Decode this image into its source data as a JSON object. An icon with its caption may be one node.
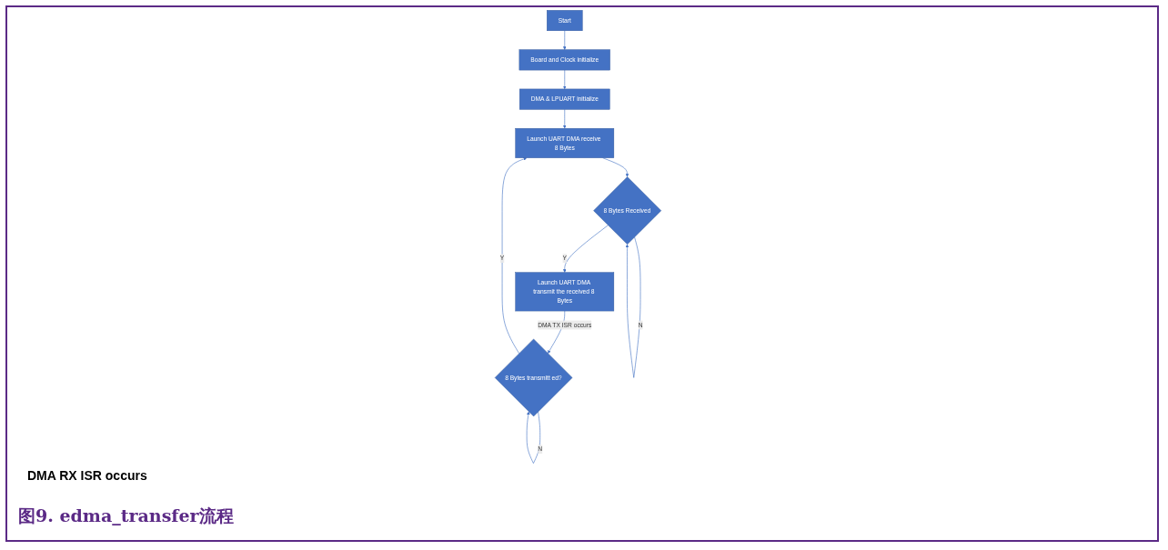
{
  "diagram": {
    "caption": "图9. edma_transfer流程",
    "nodes": [
      {
        "text": [
          "Start"
        ]
      },
      {
        "text": [
          "Board and Clock initialize"
        ]
      },
      {
        "text": [
          "DMA & LPUART initialize"
        ]
      },
      {
        "text": [
          "Launch UART DMA receive 8 Bytes"
        ]
      },
      {
        "text": [
          "8 Bytes Received"
        ]
      },
      {
        "text": [
          "Launch UART DMA transmit the received 8 Bytes"
        ]
      },
      {
        "text": [
          "8 Bytes transmitt ed?"
        ]
      }
    ],
    "edges": [
      {
        "from": 0,
        "to": 1,
        "arrow": "to"
      },
      {
        "from": 1,
        "to": 2,
        "arrow": "to"
      },
      {
        "from": 2,
        "to": 3,
        "arrow": "to"
      },
      {
        "from": 3,
        "to": 4,
        "arrow": "to"
      },
      {
        "from": 4,
        "to": 4,
        "arrow": "to",
        "label": "N"
      },
      {
        "from": 4,
        "to": 5,
        "arrow": "to",
        "label": "Y"
      },
      {
        "from": 5,
        "to": 6,
        "arrow": "to",
        "label": "DMA TX ISR occurs"
      },
      {
        "from": 6,
        "to": 3,
        "arrow": "to",
        "label": "Y"
      },
      {
        "from": 6,
        "to": 6,
        "arrow": "to",
        "label": "N"
      }
    ],
    "labels": [
      "DMA RX ISR occurs"
    ]
  }
}
